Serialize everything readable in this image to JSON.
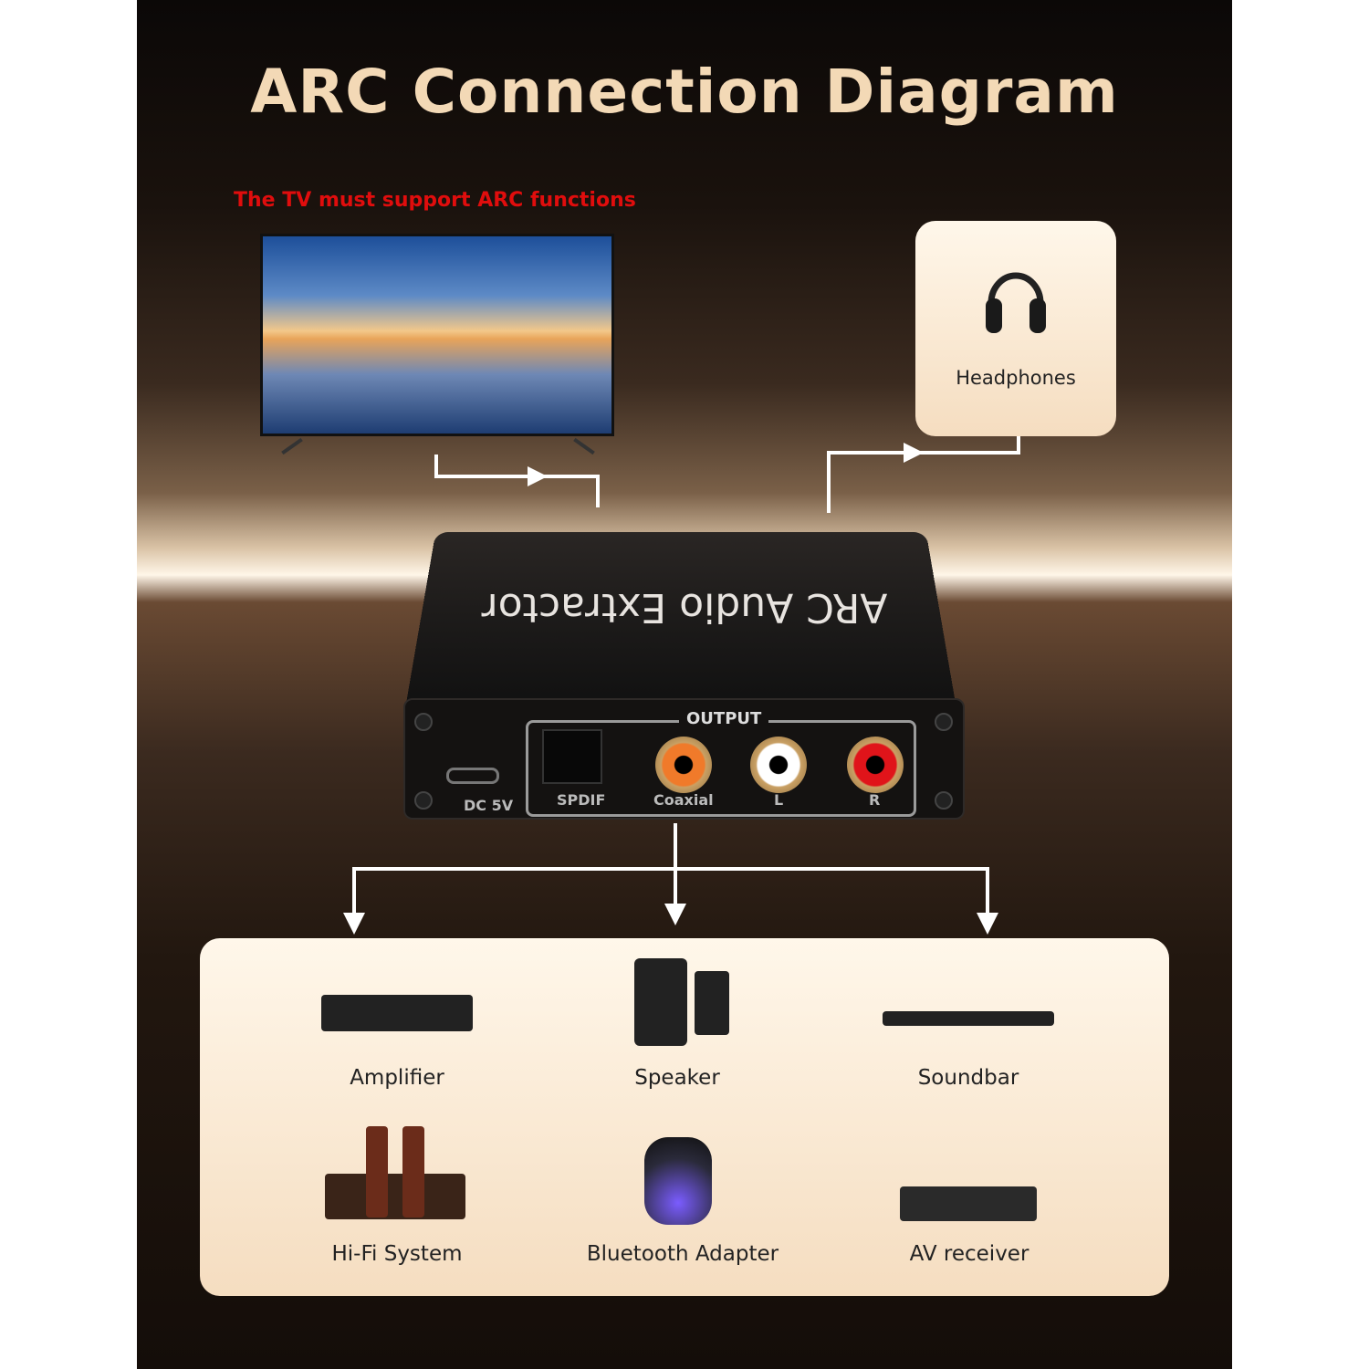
{
  "title": "ARC Connection Diagram",
  "warning": "The TV must support ARC functions",
  "headphones": {
    "label": "Headphones",
    "icon": "headphones-icon"
  },
  "device": {
    "name": "ARC Audio Extractor",
    "output_label": "OUTPUT",
    "ports": {
      "dc": "DC 5V",
      "spdif": "SPDIF",
      "coaxial": "Coaxial",
      "left": "L",
      "right": "R"
    },
    "colors": {
      "coaxial": "#f07a2a",
      "left": "#ffffff",
      "right": "#e0141a"
    }
  },
  "outputs": [
    {
      "label": "Amplifier",
      "icon": "amplifier-icon"
    },
    {
      "label": "Speaker",
      "icon": "speaker-icon"
    },
    {
      "label": "Soundbar",
      "icon": "soundbar-icon"
    },
    {
      "label": "Hi-Fi System",
      "icon": "hifi-system-icon"
    },
    {
      "label": "Bluetooth Adapter",
      "icon": "bluetooth-adapter-icon"
    },
    {
      "label": "AV receiver",
      "icon": "av-receiver-icon"
    }
  ],
  "colors": {
    "title": "#f3d9b6",
    "warning": "#e00d0d"
  }
}
